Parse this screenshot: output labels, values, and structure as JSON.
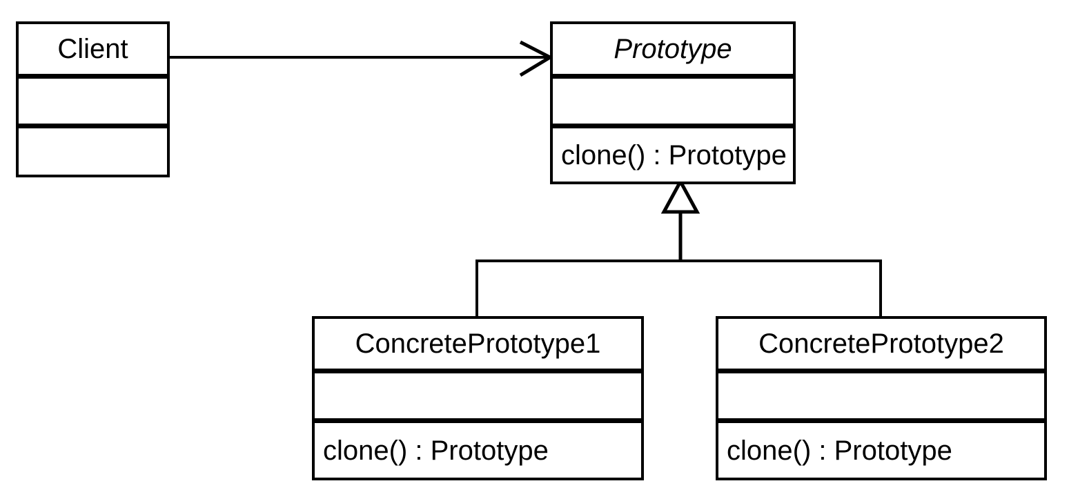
{
  "diagram": {
    "kind": "uml-class-diagram",
    "background_color": "#ffffff",
    "line_color": "#000000",
    "text_color": "#000000",
    "classes": [
      {
        "name": "Client",
        "abstract": false,
        "attributes": [],
        "methods": []
      },
      {
        "name": "Prototype",
        "abstract": true,
        "attributes": [],
        "methods": [
          "clone() : Prototype"
        ]
      },
      {
        "name": "ConcretePrototype1",
        "abstract": false,
        "attributes": [],
        "methods": [
          "clone() : Prototype"
        ]
      },
      {
        "name": "ConcretePrototype2",
        "abstract": false,
        "attributes": [],
        "methods": [
          "clone() : Prototype"
        ]
      }
    ],
    "relationships": [
      {
        "type": "association-arrow",
        "from": "Client",
        "to": "Prototype"
      },
      {
        "type": "generalization",
        "from": "ConcretePrototype1",
        "to": "Prototype"
      },
      {
        "type": "generalization",
        "from": "ConcretePrototype2",
        "to": "Prototype"
      }
    ]
  }
}
